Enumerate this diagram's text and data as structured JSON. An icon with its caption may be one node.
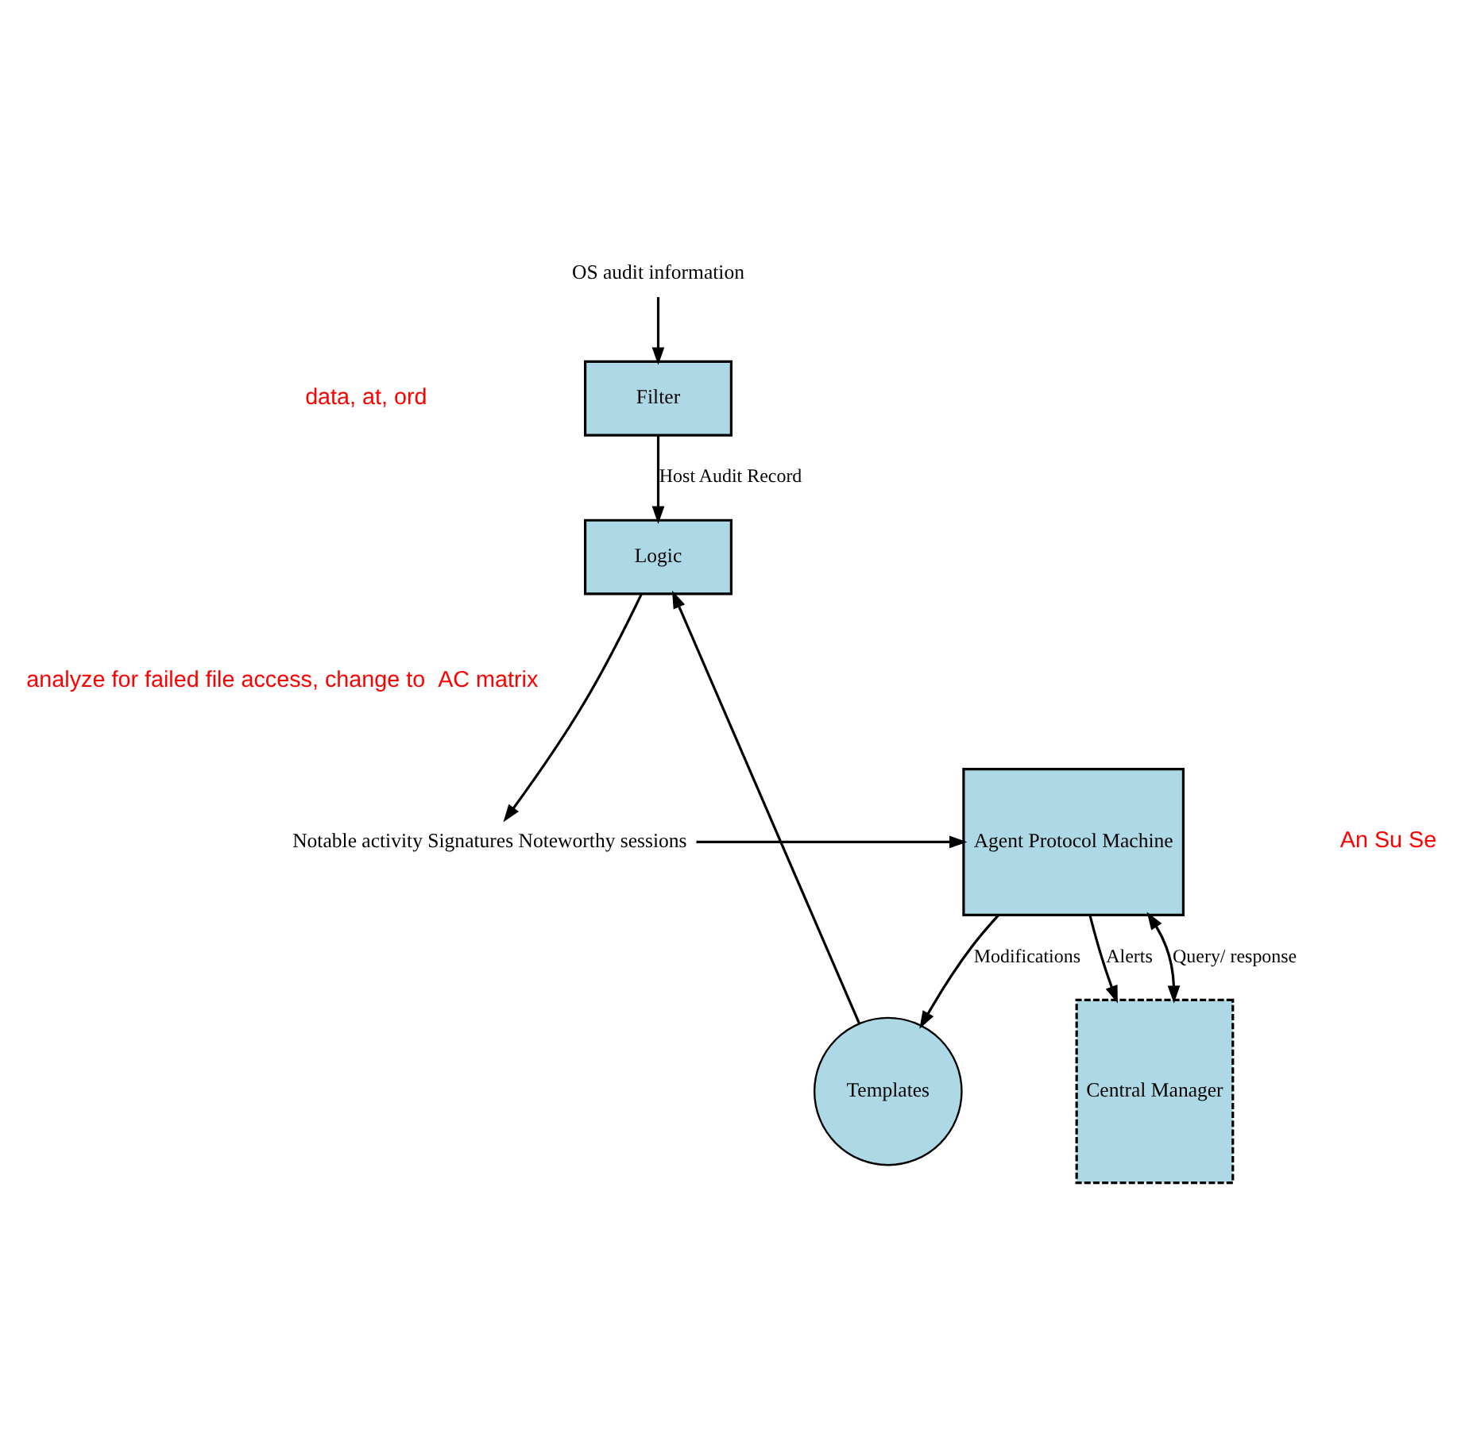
{
  "diagram": {
    "nodes": [
      {
        "text": [
          "OS audit information"
        ]
      },
      {
        "text": [
          "Filter"
        ]
      },
      {
        "text": [
          "Logic"
        ]
      },
      {
        "text": [
          "Templates"
        ]
      },
      {
        "text": [
          "Notable activity Signatures Noteworthy sessions"
        ]
      },
      {
        "text": [
          "Agent Protocol Machine"
        ]
      },
      {
        "text": [
          "Central Manager"
        ]
      }
    ],
    "edges": [
      {
        "from": 0,
        "to": 1,
        "arrow": "to"
      },
      {
        "from": 1,
        "to": 2,
        "arrow": "to",
        "label": "Host Audit Record"
      },
      {
        "from": 3,
        "to": 2,
        "arrow": "to"
      },
      {
        "from": 2,
        "to": 4,
        "arrow": "to"
      },
      {
        "from": 4,
        "to": 5,
        "arrow": "to"
      },
      {
        "from": 5,
        "to": 3,
        "arrow": "to",
        "label": "Modifications"
      },
      {
        "from": 5,
        "to": 6,
        "arrow": "to",
        "label": "Alerts"
      },
      {
        "from": 6,
        "to": 5,
        "arrow": "both",
        "label": "Query/ response"
      }
    ],
    "labels": [
      "data, at, ord",
      "analyze for failed file access, change to  AC matrix",
      "An Su Se"
    ]
  }
}
